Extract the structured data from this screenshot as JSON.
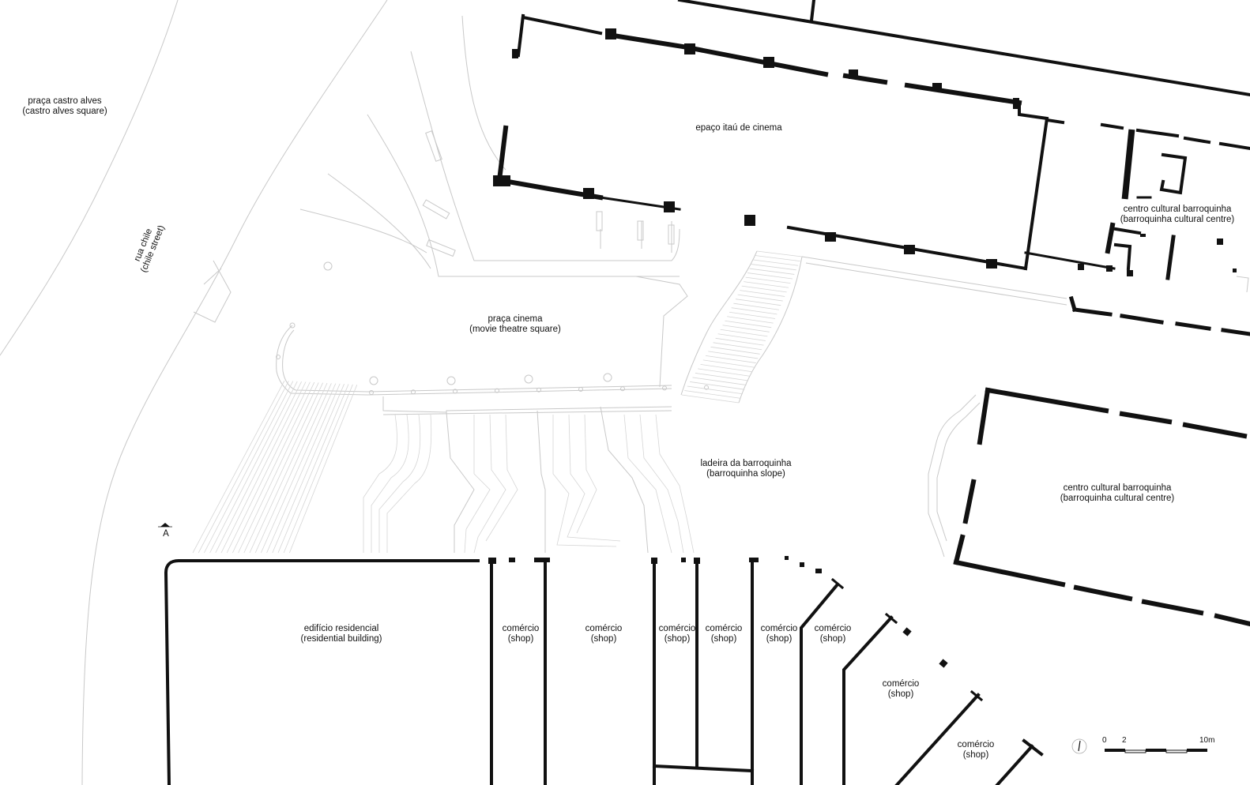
{
  "labels": {
    "praca_castro_alves": {
      "line1": "praça castro alves",
      "line2": "(castro alves square)"
    },
    "rua_chile": {
      "line1": "rua chile",
      "line2": "(chile street)"
    },
    "epaco_itau": {
      "line1": "epaço itaú de cinema"
    },
    "centro_cultural_top": {
      "line1": "centro cultural barroquinha",
      "line2": "(barroquinha cultural centre)"
    },
    "praca_cinema": {
      "line1": "praça cinema",
      "line2": "(movie theatre square)"
    },
    "ladeira": {
      "line1": "ladeira da barroquinha",
      "line2": "(barroquinha slope)"
    },
    "centro_cultural_right": {
      "line1": "centro cultural barroquinha",
      "line2": "(barroquinha cultural centre)"
    },
    "edificio_residencial": {
      "line1": "edifício residencial",
      "line2": "(residential building)"
    },
    "shop1": {
      "line1": "comércio",
      "line2": "(shop)"
    },
    "shop2": {
      "line1": "comércio",
      "line2": "(shop)"
    },
    "shop3": {
      "line1": "comércio",
      "line2": "(shop)"
    },
    "shop4": {
      "line1": "comércio",
      "line2": "(shop)"
    },
    "shop5": {
      "line1": "comércio",
      "line2": "(shop)"
    },
    "shop6": {
      "line1": "comércio",
      "line2": "(shop)"
    },
    "shop7": {
      "line1": "comércio",
      "line2": "(shop)"
    },
    "shop8": {
      "line1": "comércio",
      "line2": "(shop)"
    }
  },
  "section_marker": "A",
  "scale_bar": {
    "tick_0": "0",
    "tick_2": "2",
    "tick_10": "10m"
  },
  "colors": {
    "wall": "#111111",
    "context_line": "#c8c8c8",
    "background": "#ffffff"
  }
}
